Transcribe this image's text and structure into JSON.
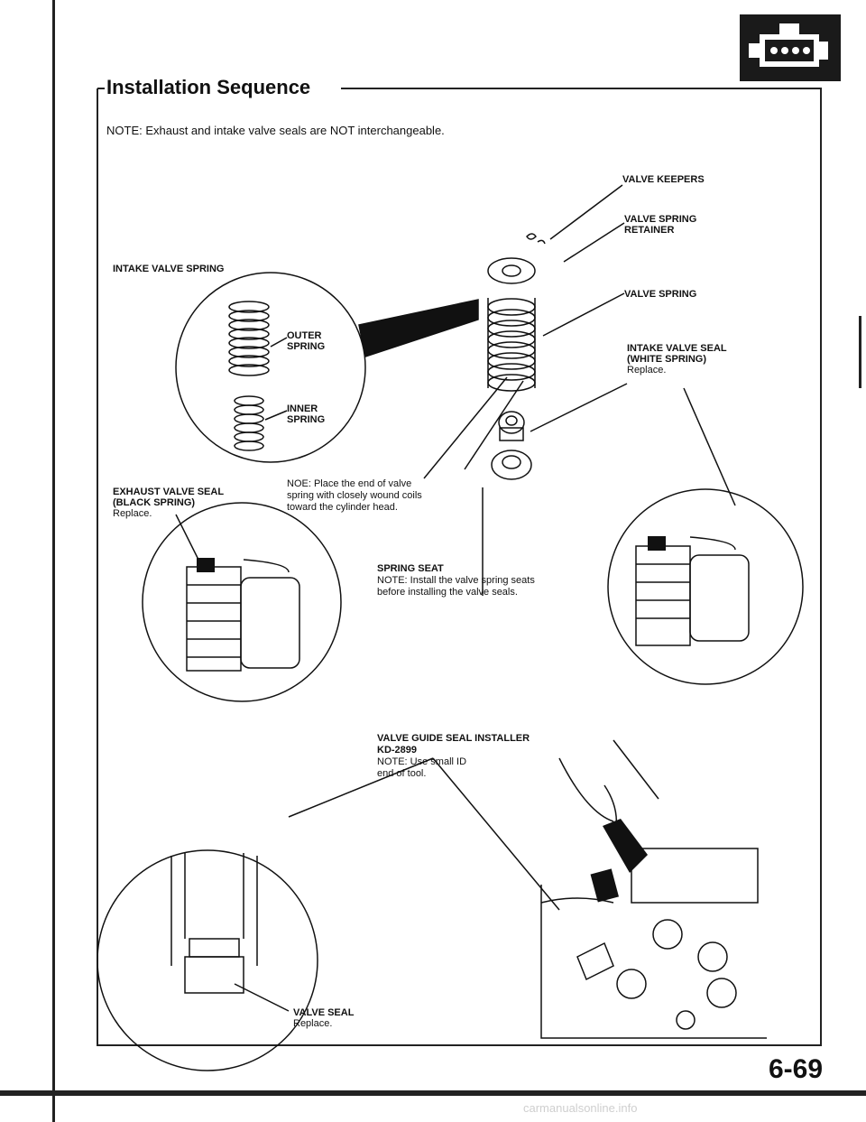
{
  "header": {
    "icon": "engine-block-icon",
    "title": "Installation Sequence"
  },
  "note": "NOTE:  Exhaust and intake valve seals are NOT interchangeable.",
  "labels": {
    "valve_keepers": "VALVE KEEPERS",
    "retainer_1": "VALVE SPRING",
    "retainer_2": "RETAINER",
    "intake_spring": "INTAKE VALVE SPRING",
    "outer_1": "OUTER",
    "outer_2": "SPRING",
    "inner_1": "INNER",
    "inner_2": "SPRING",
    "valve_spring": "VALVE SPRING",
    "intake_seal_1": "INTAKE VALVE SEAL",
    "intake_seal_2": "(WHITE SPRING)",
    "intake_seal_3": "Replace.",
    "exhaust_seal_1": "EXHAUST VALVE SEAL",
    "exhaust_seal_2": "(BLACK SPRING)",
    "exhaust_seal_3": "Replace.",
    "noe_1": "NOE:  Place the end of valve",
    "noe_2": "spring with closely wound coils",
    "noe_3": "toward the cylinder head.",
    "seat_1": "SPRING SEAT",
    "seat_2": "NOTE:  Install the valve spring seats",
    "seat_3": "before installing the valve seals.",
    "tool_1": "VALVE GUIDE SEAL INSTALLER",
    "tool_2": "KD-2899",
    "tool_3": "NOTE:  Use small ID",
    "tool_4": "end of tool.",
    "seal_1": "VALVE SEAL",
    "seal_2": "Replace."
  },
  "page_number": "6-69",
  "watermark": "carmanualsonline.info"
}
